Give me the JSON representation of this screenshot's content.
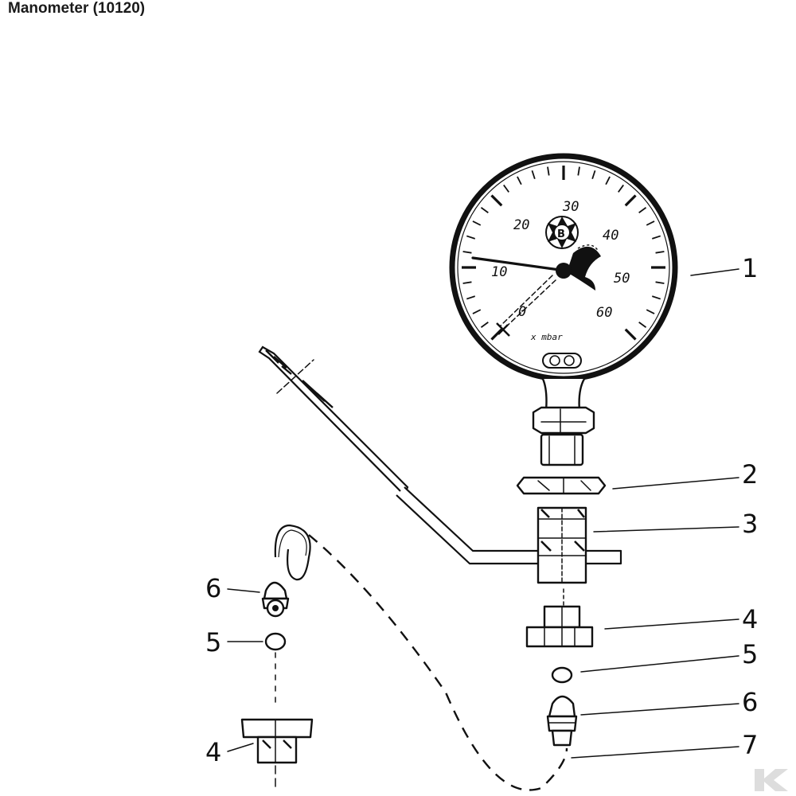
{
  "title": "Manometer (10120)",
  "gauge": {
    "scale_labels": [
      "0",
      "10",
      "20",
      "30",
      "40",
      "50",
      "60"
    ],
    "unit": "x mbar",
    "logo_letter": "B"
  },
  "callouts": {
    "right": [
      "1",
      "2",
      "3",
      "4",
      "5",
      "6",
      "7"
    ],
    "left": [
      "6",
      "5",
      "4"
    ]
  },
  "colors": {
    "ink": "#111111",
    "background": "#ffffff",
    "watermark": "#d0d0d0"
  },
  "icons": {
    "watermark": "brand-watermark-icon"
  }
}
